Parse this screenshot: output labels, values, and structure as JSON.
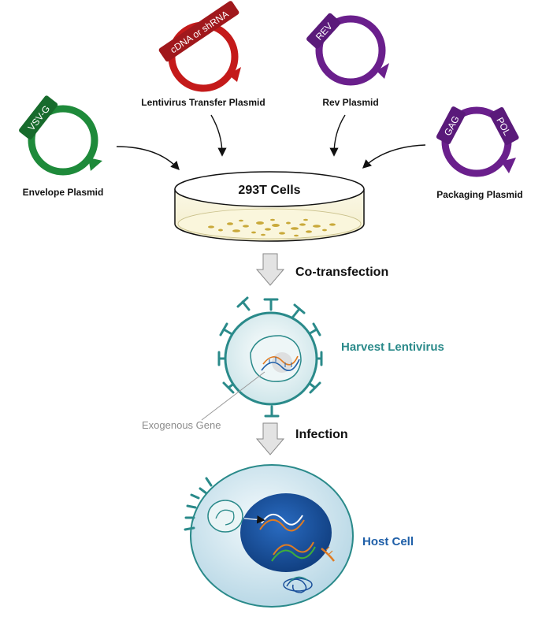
{
  "plasmids": {
    "transfer": {
      "insert": "cDNA or shRNA",
      "label": "Lentivirus Transfer Plasmid"
    },
    "rev": {
      "insert": "REV",
      "label": "Rev Plasmid"
    },
    "envelope": {
      "insert": "VSV-G",
      "label": "Envelope Plasmid"
    },
    "packaging": {
      "insert_1": "GAG",
      "insert_2": "POL",
      "label": "Packaging Plasmid"
    }
  },
  "dish": {
    "label": "293T Cells"
  },
  "steps": {
    "cotransfection": "Co-transfection",
    "harvest": "Harvest Lentivirus",
    "exogenous_gene": "Exogenous Gene",
    "infection": "Infection",
    "host_cell": "Host Cell"
  },
  "colors": {
    "transfer": "#c41a1a",
    "rev": "#6a1f8c",
    "envelope": "#1e8a3a",
    "packaging": "#6a1f8c",
    "virus": "#2a8a8a",
    "harvest_text": "#2a8a8a",
    "host_text": "#1f5fa8",
    "nucleus": "#1a4f9a"
  }
}
